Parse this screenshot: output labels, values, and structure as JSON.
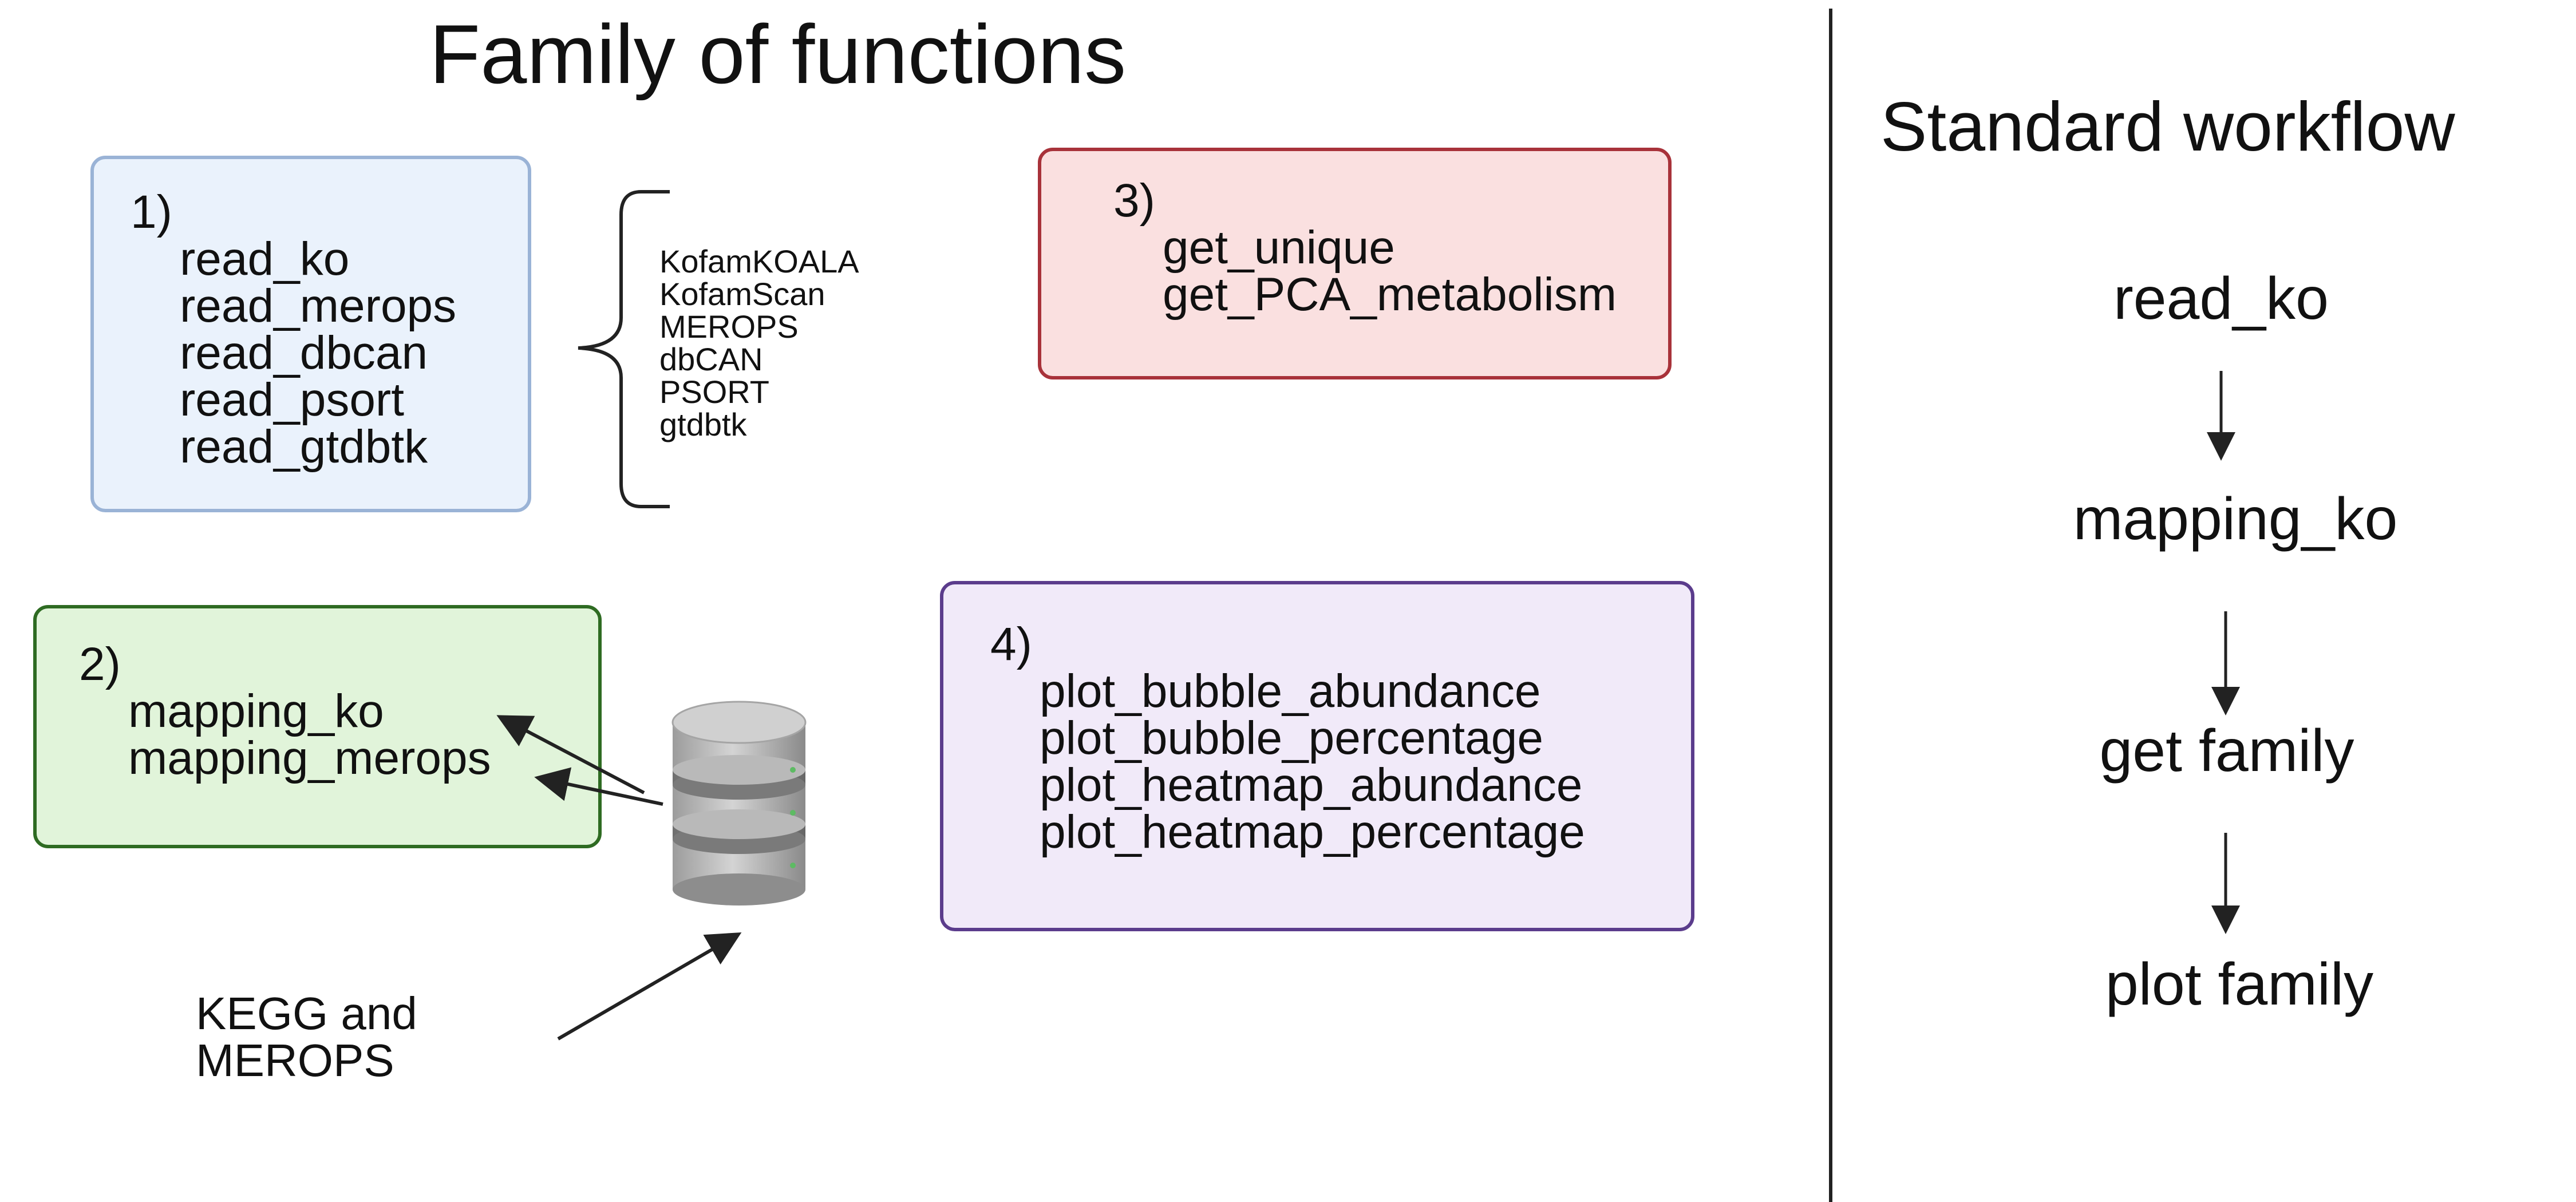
{
  "left_panel": {
    "title": "Family of functions",
    "box1": {
      "number": "1)",
      "items": [
        "read_ko",
        "read_merops",
        "read_dbcan",
        "read_psort",
        "read_gtdbtk"
      ],
      "fill": "#EAF2FC",
      "border": "#9AB3D6"
    },
    "tools": [
      "KofamKOALA",
      "KofamScan",
      "MEROPS",
      "dbCAN",
      "PSORT",
      "gtdbtk"
    ],
    "box2": {
      "number": "2)",
      "items": [
        "mapping_ko",
        "mapping_merops"
      ],
      "fill": "#E1F4DA",
      "border": "#2E6B22"
    },
    "box3": {
      "number": "3)",
      "items": [
        "get_unique",
        "get_PCA_metabolism"
      ],
      "fill": "#FAE0E0",
      "border": "#A8323A"
    },
    "box4": {
      "number": "4)",
      "items": [
        "plot_bubble_abundance",
        "plot_bubble_percentage",
        "plot_heatmap_abundance",
        "plot_heatmap_percentage"
      ],
      "fill": "#F1EAF9",
      "border": "#5B3C8C"
    },
    "database_icon": "database-icon",
    "database_label": [
      "KEGG and",
      "MEROPS"
    ]
  },
  "right_panel": {
    "title": "Standard workflow",
    "steps": [
      "read_ko",
      "mapping_ko",
      "get family",
      "plot family"
    ]
  }
}
